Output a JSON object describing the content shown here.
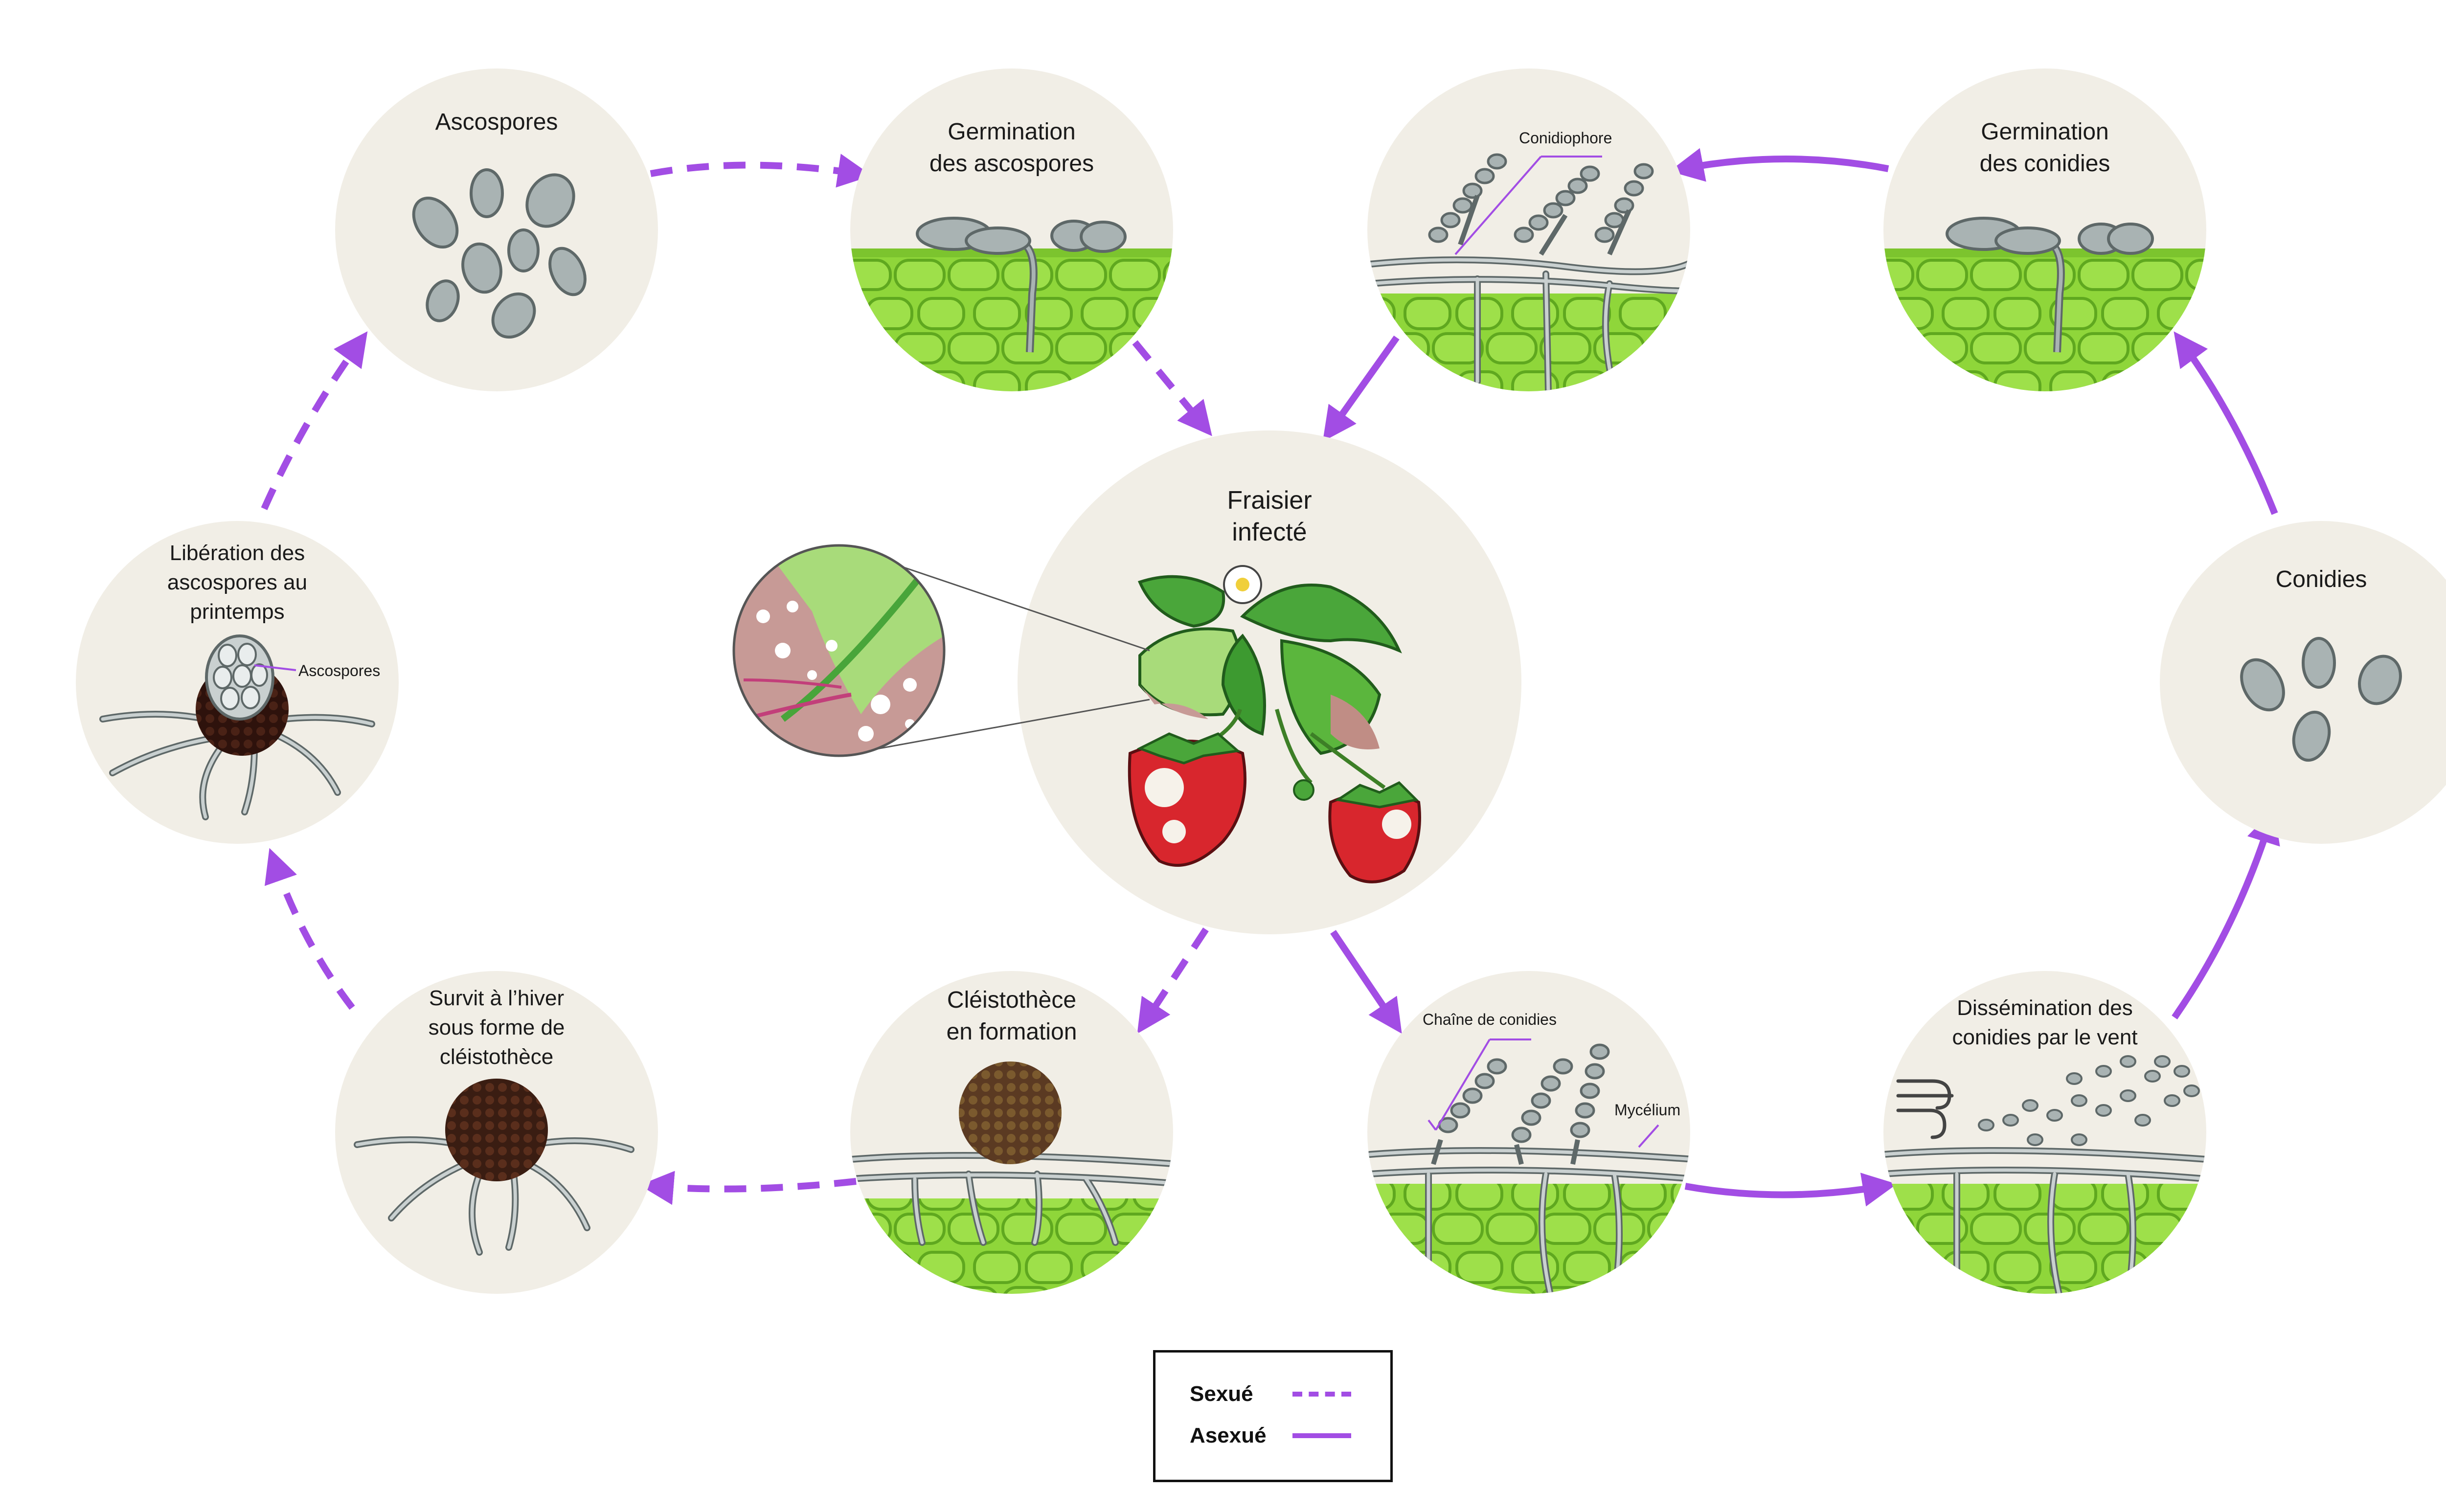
{
  "nodes": {
    "ascospores": {
      "title": [
        "Ascospores"
      ]
    },
    "germ_asco": {
      "title": [
        "Germination",
        "des ascospores"
      ]
    },
    "conidiophore": {
      "callout": "Conidiophore"
    },
    "germ_conidies": {
      "title": [
        "Germination",
        "des conidies"
      ]
    },
    "liberation": {
      "title": [
        "Libération des",
        "ascospores au",
        "printemps"
      ],
      "callout": "Ascospores"
    },
    "fraisier": {
      "title": [
        "Fraisier",
        "infecté"
      ]
    },
    "conidies": {
      "title": [
        "Conidies"
      ]
    },
    "survit": {
      "title": [
        "Survit à l’hiver",
        "sous forme de",
        "cléistothèce"
      ]
    },
    "cleisto": {
      "title": [
        "Cléistothèce",
        "en formation"
      ]
    },
    "chaine": {
      "callout_chain": "Chaîne de conidies",
      "callout_myc": "Mycélium"
    },
    "dissemination": {
      "title": [
        "Dissémination des",
        "conidies par le vent"
      ]
    }
  },
  "legend": {
    "sexual": "Sexué",
    "asexual": "Asexué"
  },
  "colors": {
    "arrow": "#a24de4",
    "circle_bg": "#f1eee6",
    "leaf_green": "#8fd63a",
    "cell_line": "#5fa81f",
    "spore": "#a9b3b3",
    "spore_dark": "#5e6868",
    "strawberry": "#d8262d",
    "dark_brown": "#3a1d12"
  },
  "icons": {
    "wind": "wind-icon"
  }
}
